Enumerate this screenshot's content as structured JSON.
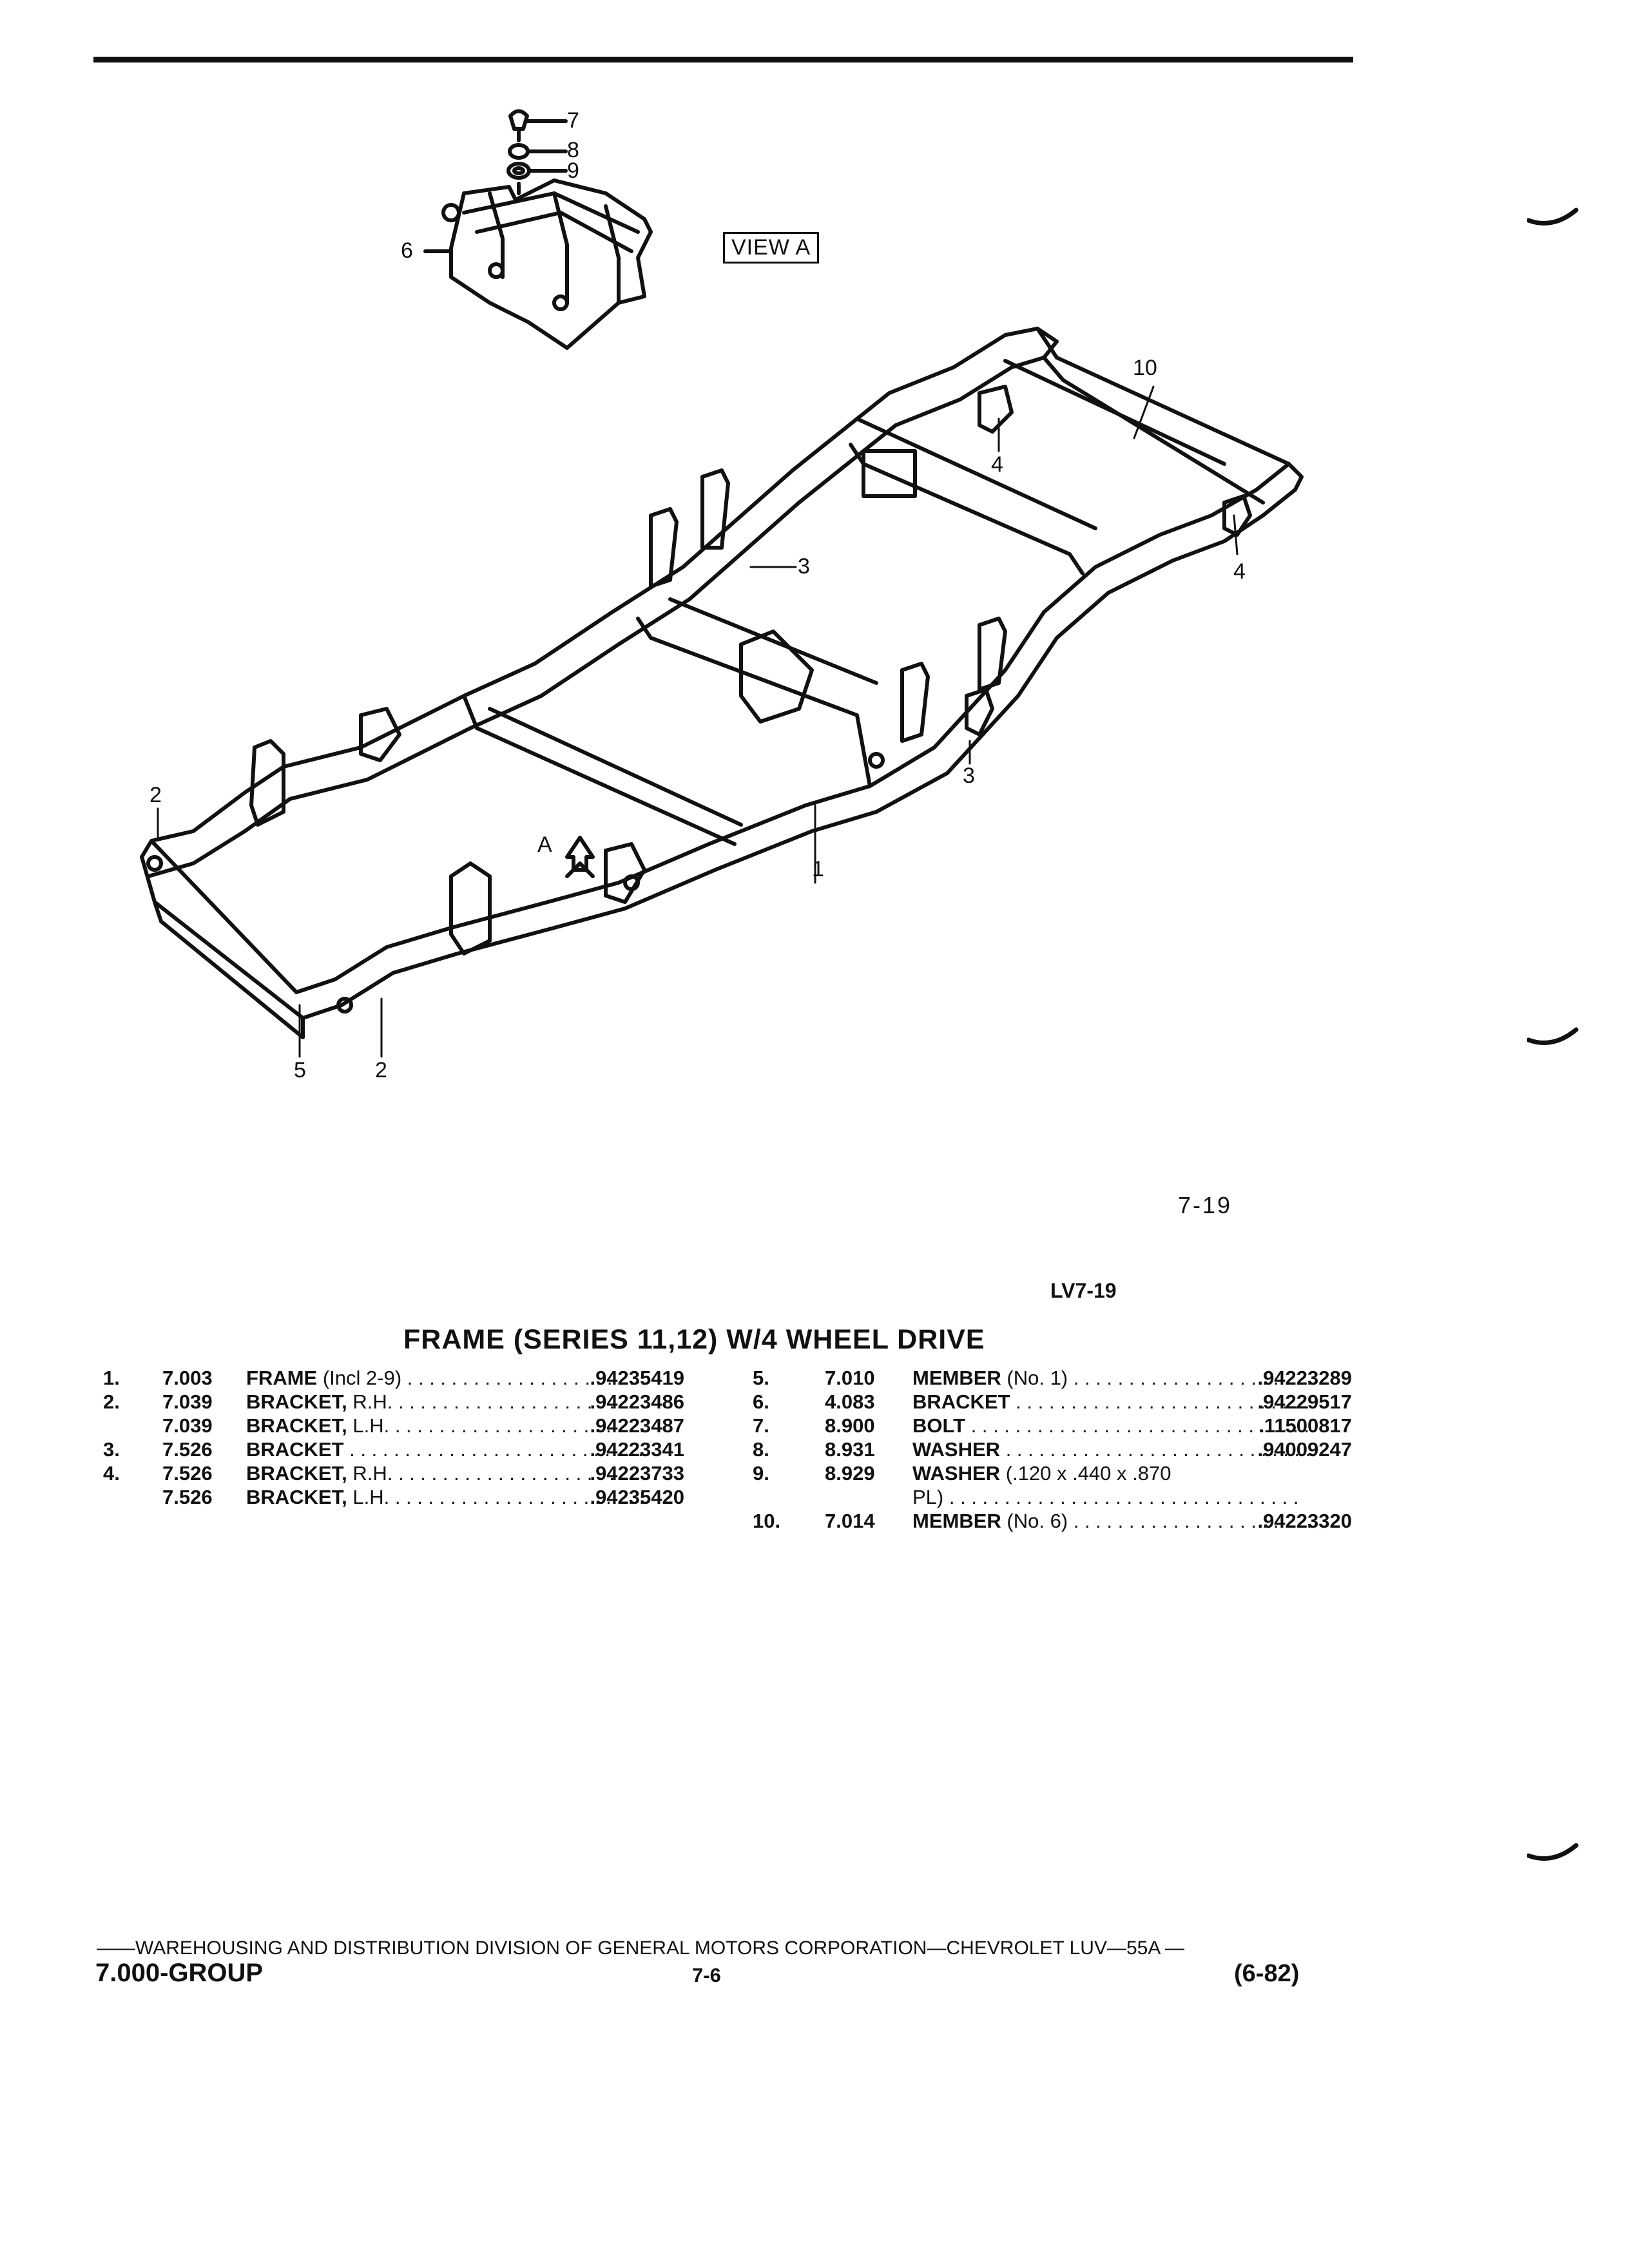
{
  "diagram": {
    "view_label": "VIEW A",
    "view_letter": "A",
    "callouts": [
      "7",
      "8",
      "9",
      "6",
      "10",
      "4",
      "3",
      "4",
      "3",
      "2",
      "1",
      "5",
      "2"
    ]
  },
  "figure_number": "7-19",
  "figure_code": "LV7-19",
  "section_title": "FRAME (SERIES 11,12) W/4 WHEEL DRIVE",
  "parts_left": [
    {
      "num": "1.",
      "code": "7.003",
      "name": "FRAME",
      "qualifier": " (Incl 2-9)",
      "pn": ".94235419"
    },
    {
      "num": "2.",
      "code": "7.039",
      "name": "BRACKET,",
      "qualifier": " R.H.",
      "pn": ".94223486"
    },
    {
      "num": "",
      "code": "7.039",
      "name": "BRACKET,",
      "qualifier": " L.H.",
      "pn": ".94223487"
    },
    {
      "num": "3.",
      "code": "7.526",
      "name": "BRACKET",
      "qualifier": "",
      "pn": ".94223341"
    },
    {
      "num": "4.",
      "code": "7.526",
      "name": "BRACKET,",
      "qualifier": " R.H.",
      "pn": ".94223733"
    },
    {
      "num": "",
      "code": "7.526",
      "name": "BRACKET,",
      "qualifier": " L.H.",
      "pn": ".94235420"
    }
  ],
  "parts_right": [
    {
      "num": "5.",
      "code": "7.010",
      "name": "MEMBER",
      "qualifier": " (No. 1)",
      "pn": ".94223289"
    },
    {
      "num": "6.",
      "code": "4.083",
      "name": "BRACKET",
      "qualifier": "",
      "pn": ".94229517"
    },
    {
      "num": "7.",
      "code": "8.900",
      "name": "BOLT",
      "qualifier": "",
      "pn": ".11500817"
    },
    {
      "num": "8.",
      "code": "8.931",
      "name": "WASHER",
      "qualifier": "",
      "pn": ".94009247"
    },
    {
      "num": "9.",
      "code": "8.929",
      "name": "WASHER",
      "qualifier": " (.120 x .440 x .870",
      "pn": ""
    },
    {
      "num": "",
      "code": "",
      "name": "",
      "qualifier": "PL)",
      "pn": ""
    },
    {
      "num": "10.",
      "code": "7.014",
      "name": "MEMBER",
      "qualifier": " (No. 6)",
      "pn": ".94223320"
    }
  ],
  "footer": {
    "line": "——WAREHOUSING AND DISTRIBUTION  DIVISION OF GENERAL MOTORS CORPORATION—CHEVROLET LUV—55A  —",
    "group": "7.000-GROUP",
    "page": "7-6",
    "date": "(6-82)"
  }
}
